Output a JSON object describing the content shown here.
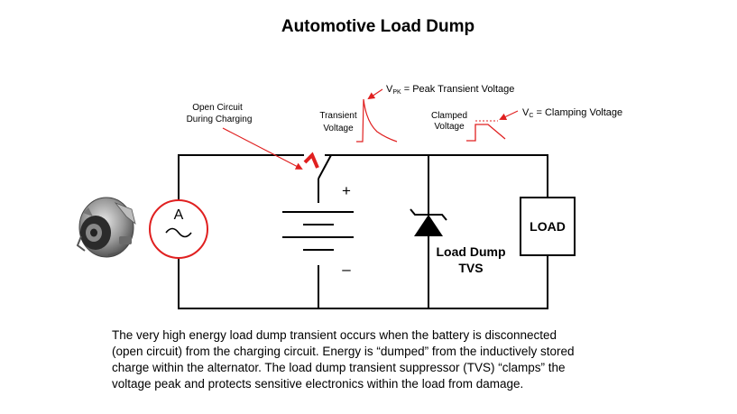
{
  "title": "Automotive Load Dump",
  "labels": {
    "open_circuit_line1": "Open Circuit",
    "open_circuit_line2": "During Charging",
    "transient_line1": "Transient",
    "transient_line2": "Voltage",
    "clamped_line1": "Clamped",
    "clamped_line2": "Voltage",
    "vpk_symbol": "V",
    "vpk_sub": "PK",
    "vpk_desc": " = Peak Transient Voltage",
    "vc_symbol": "V",
    "vc_sub": "C",
    "vc_desc": " = Clamping Voltage",
    "source_letter": "A",
    "source_wave": "~",
    "plus": "+",
    "minus": "–",
    "tvs_line1": "Load Dump",
    "tvs_line2": "TVS",
    "load": "LOAD"
  },
  "caption": [
    "The very high energy load dump transient occurs when the battery is disconnected",
    "(open circuit) from the charging circuit.  Energy is “dumped” from the inductively stored",
    "charge within the alternator.  The load dump transient suppressor (TVS) “clamps” the",
    "voltage peak and protects sensitive electronics within the load from damage."
  ],
  "colors": {
    "wire": "#000000",
    "accent": "#e02020"
  },
  "icons": {
    "alternator": "alternator-photo-icon"
  }
}
